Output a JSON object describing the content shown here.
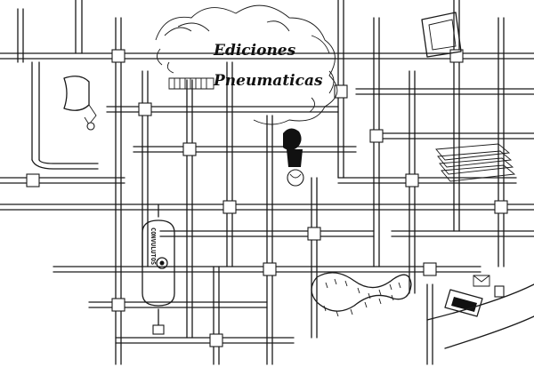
{
  "title": {
    "line1": "Ediciones",
    "line2": "Pneumaticas"
  },
  "tank": {
    "label": "CONVULUTOS"
  },
  "icons": [
    "gramophone-horn-icon",
    "accordion-bellows-icon",
    "window-frame-icon",
    "envelope-icon",
    "gas-tank-icon",
    "figure-on-ball-icon",
    "conveyor-belt-loop-icon",
    "tv-screen-icon"
  ],
  "colors": {
    "ink": "#1a1a1a",
    "paper": "#ffffff"
  }
}
